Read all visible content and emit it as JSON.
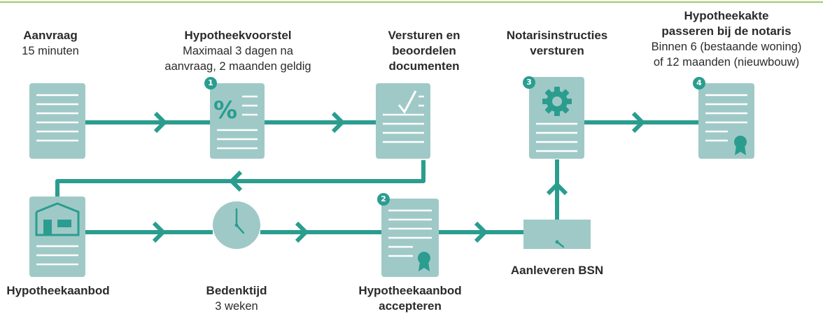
{
  "colors": {
    "line": "#2a9d8f",
    "doc": "#9fc9c7",
    "doc_lines": "#ffffff",
    "accent": "#2a9d8f",
    "top_rule": "#9ccc65",
    "text": "#2b2b2b"
  },
  "steps": [
    {
      "id": "aanvraag",
      "title": "Aanvraag",
      "subtitle": "15 minuten"
    },
    {
      "id": "hypotheekvoorstel",
      "badge": "1",
      "title": "Hypotheekvoorstel",
      "subtitle": "Maximaal 3 dagen na aanvraag, 2 maanden geldig"
    },
    {
      "id": "versturen",
      "title": "Versturen en beoordelen documenten",
      "subtitle": ""
    },
    {
      "id": "notarisinstructies",
      "badge": "3",
      "title": "Notarisinstructies versturen",
      "subtitle": ""
    },
    {
      "id": "hypotheekakte",
      "badge": "4",
      "title": "Hypotheekakte passeren bij de notaris",
      "subtitle": "Binnen 6 (bestaande woning) of 12 maanden (nieuwbouw)"
    },
    {
      "id": "hypotheekaanbod",
      "title": "Hypotheekaanbod",
      "subtitle": ""
    },
    {
      "id": "bedenktijd",
      "title": "Bedenktijd",
      "subtitle": "3 weken"
    },
    {
      "id": "accepteren",
      "badge": "2",
      "title": "Hypotheekaanbod accepteren",
      "subtitle": ""
    },
    {
      "id": "bsn",
      "title": "Aanleveren BSN",
      "subtitle": ""
    }
  ],
  "labels": {
    "aanvraag_title": "Aanvraag",
    "aanvraag_sub": "15 minuten",
    "voorstel_title": "Hypotheekvoorstel",
    "voorstel_sub_1": "Maximaal 3 dagen na",
    "voorstel_sub_2": "aanvraag, 2 maanden geldig",
    "versturen_1": "Versturen en",
    "versturen_2": "beoordelen",
    "versturen_3": "documenten",
    "notaris_1": "Notarisinstructies",
    "notaris_2": "versturen",
    "akte_1": "Hypotheekakte",
    "akte_2": "passeren bij de notaris",
    "akte_sub_1": "Binnen 6 (bestaande woning)",
    "akte_sub_2": "of 12 maanden (nieuwbouw)",
    "aanbod": "Hypotheekaanbod",
    "bedenktijd_title": "Bedenktijd",
    "bedenktijd_sub": "3 weken",
    "accepteren_1": "Hypotheekaanbod",
    "accepteren_2": "accepteren",
    "bsn": "Aanleveren BSN",
    "percent_symbol": "%",
    "check_symbol": "√",
    "badge_1": "1",
    "badge_2": "2",
    "badge_3": "3",
    "badge_4": "4"
  },
  "icons": {
    "aanvraag": "document-icon",
    "hypotheekvoorstel": "percent-document-icon",
    "versturen": "checkmark-document-icon",
    "notarisinstructies": "gear-document-icon",
    "hypotheekakte": "seal-document-icon",
    "hypotheekaanbod": "house-document-icon",
    "bedenktijd": "clock-icon",
    "accepteren": "seal-document-icon",
    "bsn": "clock-card-icon"
  }
}
